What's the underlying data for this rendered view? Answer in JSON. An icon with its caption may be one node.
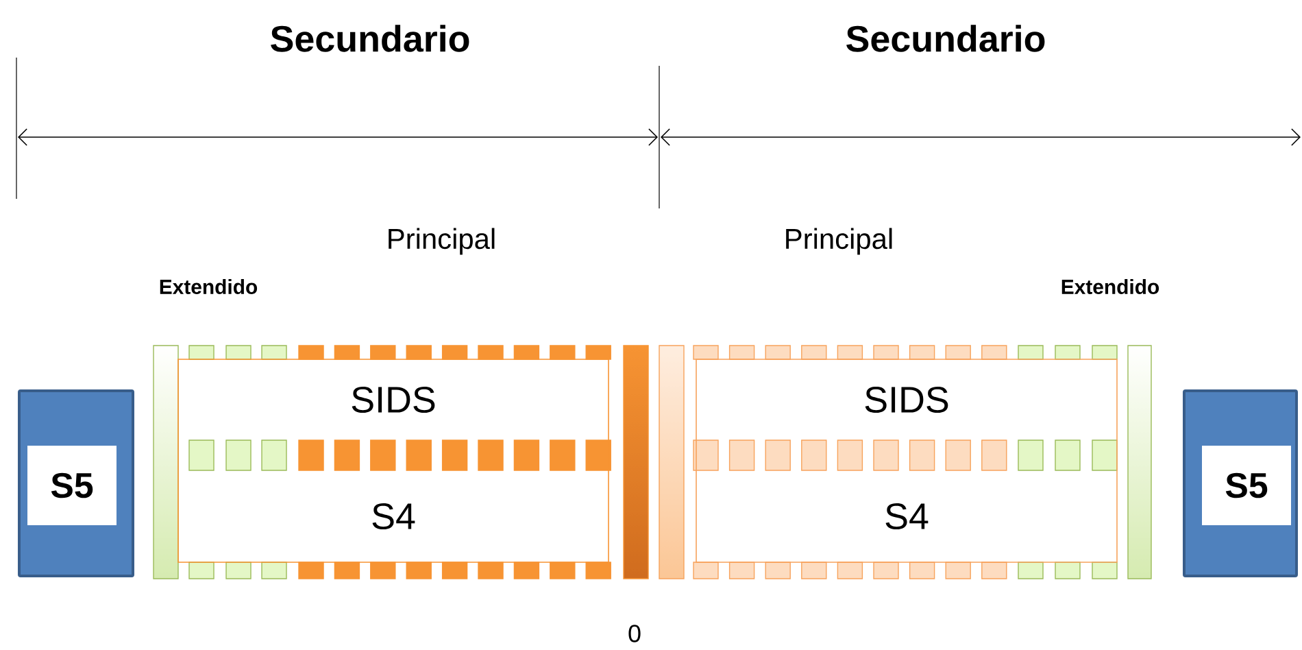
{
  "diagram": {
    "nodes": [
      {
        "text": [
          "S5"
        ]
      },
      {
        "text": [
          "SIDS"
        ]
      },
      {
        "text": [
          "S4"
        ]
      },
      {
        "text": [
          "SIDS"
        ]
      },
      {
        "text": [
          "S4"
        ]
      },
      {
        "text": [
          "S5"
        ]
      }
    ],
    "labels": [
      "Secundario",
      "Secundario",
      "Principal",
      "Principal",
      "Extendido",
      "Extendido",
      "0"
    ]
  }
}
